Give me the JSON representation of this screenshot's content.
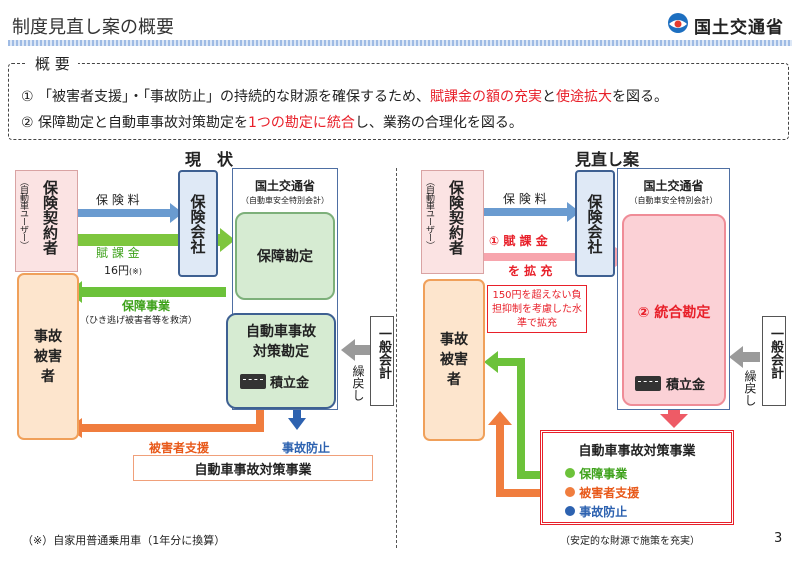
{
  "header": {
    "title": "制度見直し案の概要",
    "logo_text": "国土交通省"
  },
  "overview": {
    "label": "概 要",
    "line1": {
      "num": "①",
      "pre": "「被害者支援」・「事故防止」の持続的な財源を確保するため、",
      "hl1": "賦課金の額の充実",
      "mid": "と",
      "hl2": "使途拡大",
      "post": "を図る。"
    },
    "line2": {
      "num": "②",
      "pre": "保障勘定と自動車事故対策勘定を",
      "hl1": "1つの勘定に統合",
      "post": "し、業務の合理化を図る。"
    }
  },
  "current": {
    "title": "現　状",
    "contractor": "保険契約者",
    "contractor_sub": "（自動車ユーザー）",
    "victim": "事故被害者",
    "insurer": "保険会社",
    "ministry": "国土交通省",
    "ministry_sub": "（自動車安全特別会計）",
    "guarantee": "保障勘定",
    "accident_account": "自動車事故対策勘定",
    "reserve": "積立金",
    "premium": "保 険 料",
    "levy": "賦 課 金",
    "levy_amount": "16円",
    "levy_note_mark": "(※)",
    "guarantee_project": "保障事業",
    "guarantee_project_sub": "（ひき逃げ被害者等を救済）",
    "general_account": "一般会計",
    "repayment": "繰戻し",
    "victim_support": "被害者支援",
    "accident_prevention": "事故防止",
    "measures_title": "自動車事故対策事業"
  },
  "proposal": {
    "title": "見直し案",
    "contractor": "保険契約者",
    "contractor_sub": "（自動車ユーザー）",
    "victim": "事故被害者",
    "insurer": "保険会社",
    "ministry": "国土交通省",
    "ministry_sub": "（自動車安全特別会計）",
    "premium": "保 険 料",
    "levy": "① 賦 課 金",
    "expand": "を 拡 充",
    "levy_note": "150円を超えない負担抑制を考慮した水準で拡充",
    "integrated": "② 統合勘定",
    "reserve": "積立金",
    "general_account": "一般会計",
    "repayment": "繰戻し",
    "measures_title": "自動車事故対策事業",
    "item1": "保障事業",
    "item2": "被害者支援",
    "item3": "事故防止",
    "footnote": "（安定的な財源で施策を充実）"
  },
  "footer": {
    "note": "（※）自家用普通乗用車（1年分に換算）",
    "page_number": "3"
  },
  "colors": {
    "premium_arrow": "#6a9bd0",
    "levy_arrow": "#7ec63e",
    "guarantee_arrow": "#6cc23a",
    "victim_arrow": "#f07d3e",
    "prevention_arrow": "#2d62b0",
    "proposal_levy_arrow": "#f7a5ad",
    "green_box": "#d6ebd2",
    "pink_box": "#fbd1d6"
  }
}
